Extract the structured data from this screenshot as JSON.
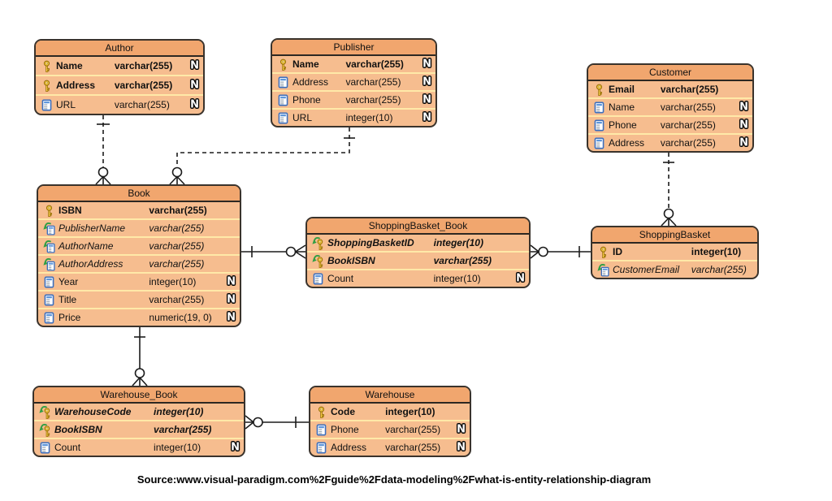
{
  "caption": "Source:www.visual-paradigm.com%2Fguide%2Fdata-modeling%2Fwhat-is-entity-relationship-diagram",
  "glyphs": {
    "nullable": "N"
  },
  "colors": {
    "entity_header": "#f1a66e",
    "entity_body": "#f6bd8f",
    "row_separator": "#ffe9a8",
    "entity_border": "#3a332c",
    "connector_line": "#1c1c1c",
    "key_icon": "#ffd24a",
    "fk_arrow": "#2f9e44",
    "column_icon_blue": "#3c6fbe"
  },
  "entities": [
    {
      "name": "Author",
      "columns": [
        {
          "name": "Name",
          "type": "varchar(255)",
          "key": "primary",
          "nullable": true
        },
        {
          "name": "Address",
          "type": "varchar(255)",
          "key": "primary",
          "nullable": true
        },
        {
          "name": "URL",
          "type": "varchar(255)",
          "key": "none",
          "nullable": true
        }
      ]
    },
    {
      "name": "Publisher",
      "columns": [
        {
          "name": "Name",
          "type": "varchar(255)",
          "key": "primary",
          "nullable": true
        },
        {
          "name": "Address",
          "type": "varchar(255)",
          "key": "none",
          "nullable": true
        },
        {
          "name": "Phone",
          "type": "varchar(255)",
          "key": "none",
          "nullable": true
        },
        {
          "name": "URL",
          "type": "integer(10)",
          "key": "none",
          "nullable": true
        }
      ]
    },
    {
      "name": "Customer",
      "columns": [
        {
          "name": "Email",
          "type": "varchar(255)",
          "key": "primary",
          "nullable": false
        },
        {
          "name": "Name",
          "type": "varchar(255)",
          "key": "none",
          "nullable": true
        },
        {
          "name": "Phone",
          "type": "varchar(255)",
          "key": "none",
          "nullable": true
        },
        {
          "name": "Address",
          "type": "varchar(255)",
          "key": "none",
          "nullable": true
        }
      ]
    },
    {
      "name": "Book",
      "columns": [
        {
          "name": "ISBN",
          "type": "varchar(255)",
          "key": "primary",
          "nullable": false
        },
        {
          "name": "PublisherName",
          "type": "varchar(255)",
          "key": "foreign",
          "nullable": false
        },
        {
          "name": "AuthorName",
          "type": "varchar(255)",
          "key": "foreign",
          "nullable": false
        },
        {
          "name": "AuthorAddress",
          "type": "varchar(255)",
          "key": "foreign",
          "nullable": false
        },
        {
          "name": "Year",
          "type": "integer(10)",
          "key": "none",
          "nullable": true
        },
        {
          "name": "Title",
          "type": "varchar(255)",
          "key": "none",
          "nullable": true
        },
        {
          "name": "Price",
          "type": "numeric(19, 0)",
          "key": "none",
          "nullable": true
        }
      ]
    },
    {
      "name": "ShoppingBasket_Book",
      "columns": [
        {
          "name": "ShoppingBasketID",
          "type": "integer(10)",
          "key": "primary-foreign",
          "nullable": false
        },
        {
          "name": "BookISBN",
          "type": "varchar(255)",
          "key": "primary-foreign",
          "nullable": false
        },
        {
          "name": "Count",
          "type": "integer(10)",
          "key": "none",
          "nullable": true
        }
      ]
    },
    {
      "name": "ShoppingBasket",
      "columns": [
        {
          "name": "ID",
          "type": "integer(10)",
          "key": "primary",
          "nullable": false
        },
        {
          "name": "CustomerEmail",
          "type": "varchar(255)",
          "key": "foreign",
          "nullable": false
        }
      ]
    },
    {
      "name": "Warehouse_Book",
      "columns": [
        {
          "name": "WarehouseCode",
          "type": "integer(10)",
          "key": "primary-foreign",
          "nullable": false
        },
        {
          "name": "BookISBN",
          "type": "varchar(255)",
          "key": "primary-foreign",
          "nullable": false
        },
        {
          "name": "Count",
          "type": "integer(10)",
          "key": "none",
          "nullable": true
        }
      ]
    },
    {
      "name": "Warehouse",
      "columns": [
        {
          "name": "Code",
          "type": "integer(10)",
          "key": "primary",
          "nullable": false
        },
        {
          "name": "Phone",
          "type": "varchar(255)",
          "key": "none",
          "nullable": true
        },
        {
          "name": "Address",
          "type": "varchar(255)",
          "key": "none",
          "nullable": true
        }
      ]
    }
  ],
  "relationships": [
    {
      "from": "Author",
      "to": "Book",
      "from_cardinality": "one",
      "to_cardinality": "zero-or-many",
      "line": "dashed"
    },
    {
      "from": "Publisher",
      "to": "Book",
      "from_cardinality": "one",
      "to_cardinality": "zero-or-many",
      "line": "dashed"
    },
    {
      "from": "Customer",
      "to": "ShoppingBasket",
      "from_cardinality": "one",
      "to_cardinality": "zero-or-many",
      "line": "dashed"
    },
    {
      "from": "Book",
      "to": "ShoppingBasket_Book",
      "from_cardinality": "one",
      "to_cardinality": "zero-or-many",
      "line": "solid"
    },
    {
      "from": "ShoppingBasket",
      "to": "ShoppingBasket_Book",
      "from_cardinality": "one",
      "to_cardinality": "zero-or-many",
      "line": "solid"
    },
    {
      "from": "Book",
      "to": "Warehouse_Book",
      "from_cardinality": "one",
      "to_cardinality": "zero-or-many",
      "line": "solid"
    },
    {
      "from": "Warehouse",
      "to": "Warehouse_Book",
      "from_cardinality": "one",
      "to_cardinality": "zero-or-many",
      "line": "solid"
    }
  ]
}
